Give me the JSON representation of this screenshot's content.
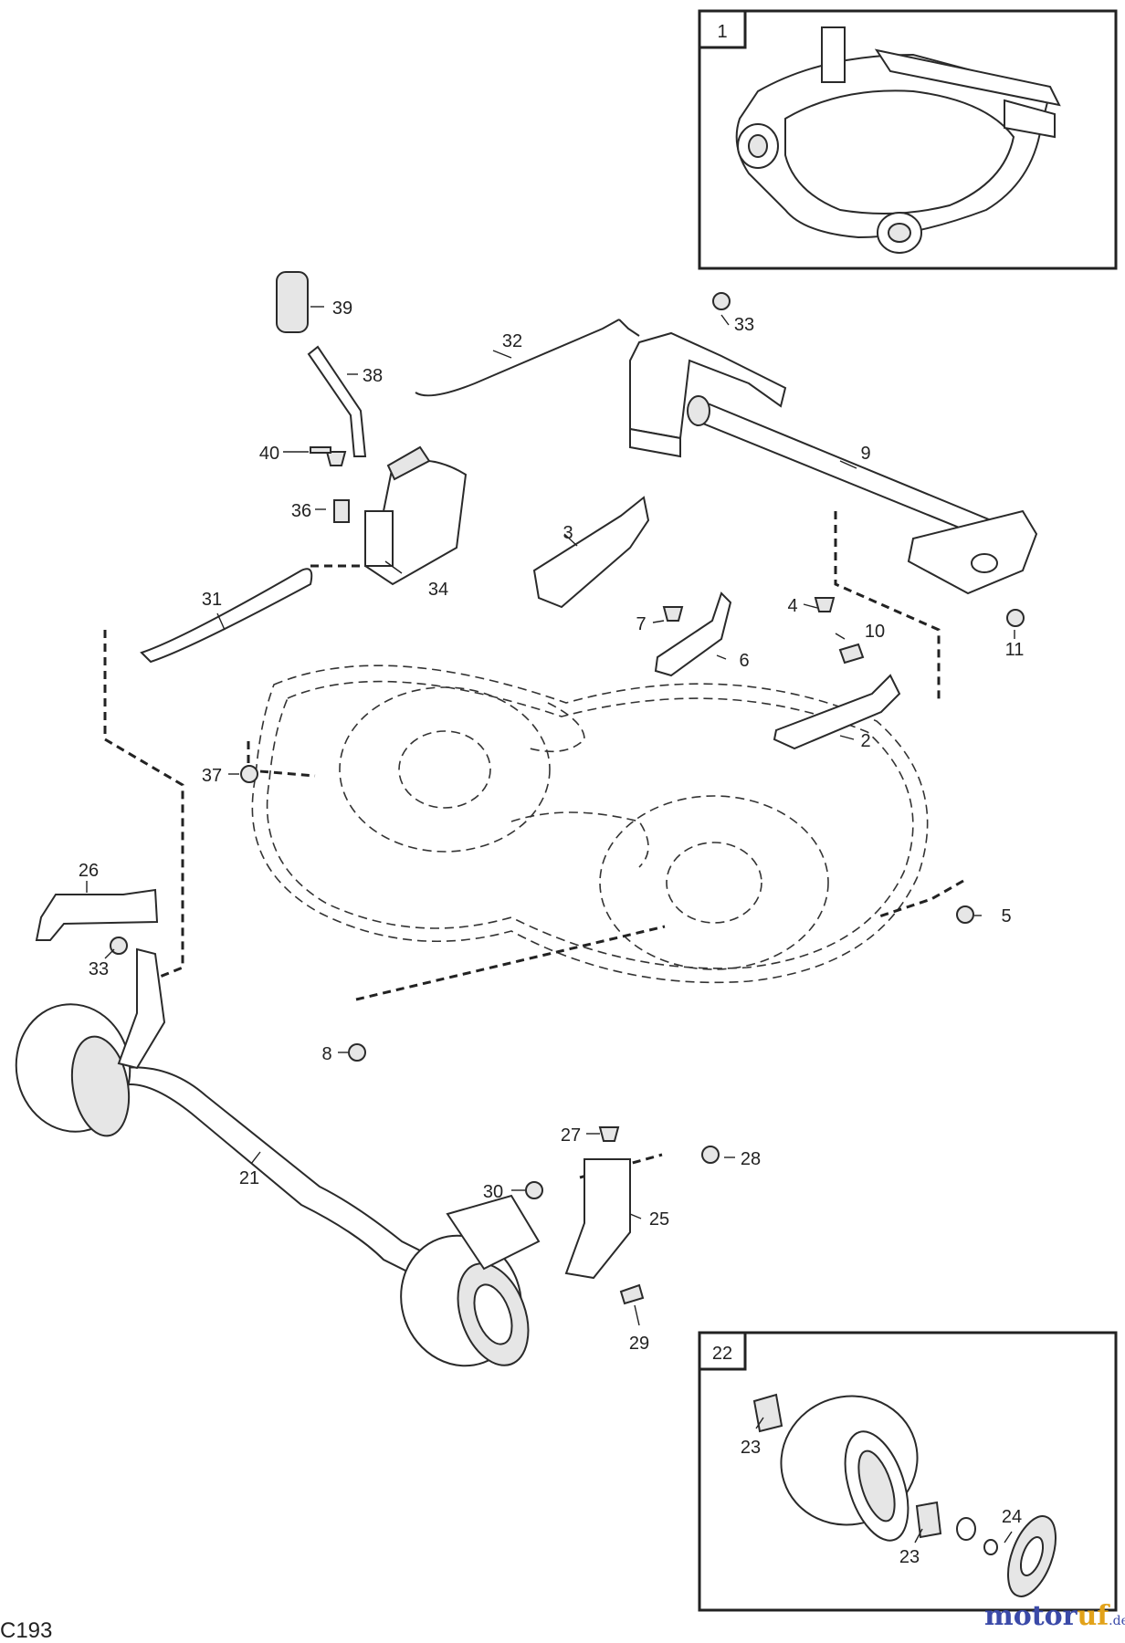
{
  "diagram": {
    "reference_code": "C193",
    "inset_top": {
      "label": "1"
    },
    "inset_bottom": {
      "label": "22"
    },
    "callouts": [
      {
        "id": "c39",
        "label": "39"
      },
      {
        "id": "c38",
        "label": "38"
      },
      {
        "id": "c40",
        "label": "40"
      },
      {
        "id": "c36",
        "label": "36"
      },
      {
        "id": "c34",
        "label": "34"
      },
      {
        "id": "c32",
        "label": "32"
      },
      {
        "id": "c33a",
        "label": "33"
      },
      {
        "id": "c9",
        "label": "9"
      },
      {
        "id": "c3",
        "label": "3"
      },
      {
        "id": "c31",
        "label": "31"
      },
      {
        "id": "c7",
        "label": "7"
      },
      {
        "id": "c6",
        "label": "6"
      },
      {
        "id": "c4",
        "label": "4"
      },
      {
        "id": "c10",
        "label": "10"
      },
      {
        "id": "c11",
        "label": "11"
      },
      {
        "id": "c2",
        "label": "2"
      },
      {
        "id": "c37",
        "label": "37"
      },
      {
        "id": "c26",
        "label": "26"
      },
      {
        "id": "c33b",
        "label": "33"
      },
      {
        "id": "c5",
        "label": "5"
      },
      {
        "id": "c8",
        "label": "8"
      },
      {
        "id": "c27",
        "label": "27"
      },
      {
        "id": "c28",
        "label": "28"
      },
      {
        "id": "c21",
        "label": "21"
      },
      {
        "id": "c30",
        "label": "30"
      },
      {
        "id": "c25",
        "label": "25"
      },
      {
        "id": "c29",
        "label": "29"
      },
      {
        "id": "c23a",
        "label": "23"
      },
      {
        "id": "c24",
        "label": "24"
      },
      {
        "id": "c23b",
        "label": "23"
      }
    ],
    "watermark": {
      "main": "motor",
      "accent": "uf",
      "suffix": ".de"
    }
  }
}
